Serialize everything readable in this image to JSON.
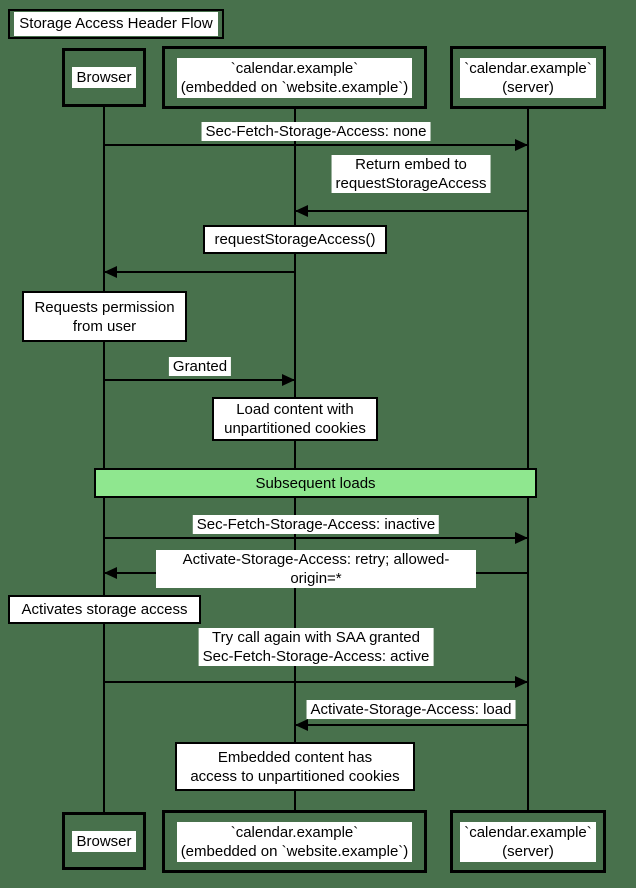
{
  "diagram": {
    "title": "Storage Access Header Flow",
    "participants": {
      "browser": "Browser",
      "embedded": "`calendar.example`\n(embedded on `website.example`)",
      "server": "`calendar.example`\n(server)"
    },
    "messages": {
      "m1": "Sec-Fetch-Storage-Access: none",
      "m2": "Return embed to\nrequestStorageAccess",
      "m3": "Granted",
      "m4": "Sec-Fetch-Storage-Access: inactive",
      "m5": "Activate-Storage-Access: retry; allowed-origin=*",
      "m6": "Try call again with SAA granted\nSec-Fetch-Storage-Access: active",
      "m7": "Activate-Storage-Access: load"
    },
    "notes": {
      "n1": "requestStorageAccess()",
      "n2": "Requests permission\nfrom user",
      "n3": "Load content with\nunpartitioned cookies",
      "n4": "Activates storage access",
      "n5": "Embedded content has\naccess to unpartitioned cookies"
    },
    "divider": "Subsequent loads",
    "colors": {
      "background": "#48714C",
      "divider_fill": "#8FE78F",
      "box_fill": "#FFFFFF",
      "line": "#000000"
    }
  }
}
